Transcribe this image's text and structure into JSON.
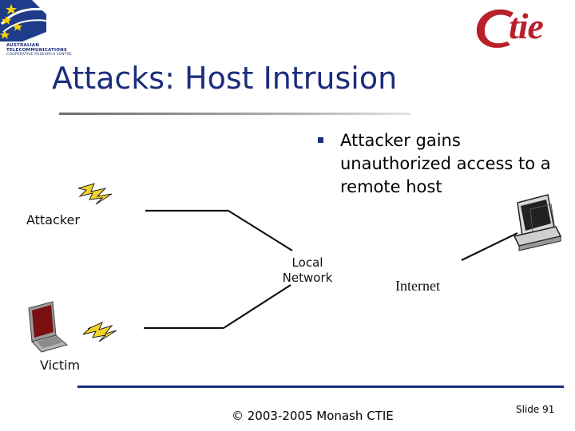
{
  "logos": {
    "atcrc_lines": [
      "AUSTRALIAN",
      "TELECOMMUNICATIONS",
      "COOPERATIVE RESEARCH CENTRE"
    ],
    "ctie_text": "tie"
  },
  "title": "Attacks: Host Intrusion",
  "bullet": "Attacker gains unauthorized access to a remote host",
  "diagram": {
    "attacker_label": "Attacker",
    "victim_label": "Victim",
    "local_network_label": "Local Network",
    "internet_label": "Internet"
  },
  "footer": {
    "copyright": "© 2003-2005 Monash CTIE",
    "slide_number": "Slide 91"
  },
  "colors": {
    "title": "#1b2d7c",
    "ctie_red": "#b9202a",
    "footer_rule": "#1b2d7c"
  }
}
